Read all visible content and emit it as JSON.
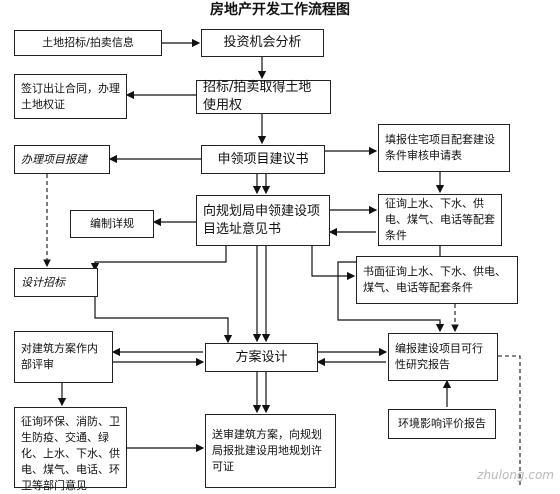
{
  "title": "房地产开发工作流程图",
  "nodes": {
    "land_auction_info": "土地招标/拍卖信息",
    "investment_analysis": "投资机会分析",
    "sign_contract": "签订出让合同，办理土地权证",
    "tender_acquire_land": "招标/拍卖取得土地使用权",
    "handle_project_filing": "办理项目报建",
    "apply_project_proposal": "申领项目建议书",
    "fill_supporting_form": "填报住宅项目配套建设条件审核申请表",
    "detailed_planning": "编制详规",
    "apply_site_selection": "向规划局申领建设项目选址意见书",
    "consult_utilities": "征询上水、下水、供电、煤气、电话等配套条件",
    "design_tender": "设计招标",
    "written_consult_utilities": "书面征询上水、下水、供电、煤气、电话等配套条件",
    "internal_review": "对建筑方案作内部评审",
    "scheme_design": "方案设计",
    "feasibility_report": "编报建设项目可行性研究报告",
    "consult_departments": "征询环保、消防、卫生防疫、交通、绿化、上水、下水、供电、煤气、电话、环卫等部门意见",
    "submit_scheme": "送审建筑方案，向规划局报批建设用地规划许可证",
    "env_assessment": "环境影响评价报告"
  },
  "watermark": "zhulong.com"
}
